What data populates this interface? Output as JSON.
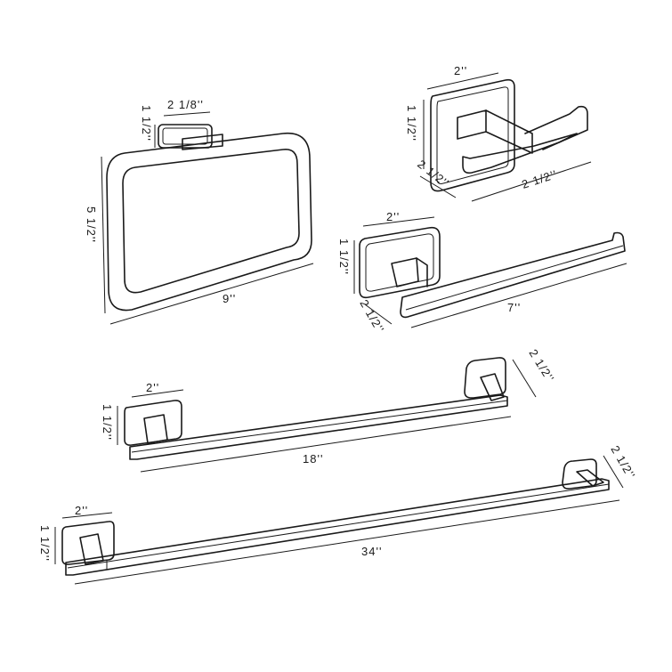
{
  "towel_ring": {
    "width_label": "2 1/8''",
    "depth_label": "1 1/2''",
    "height_label": "5 1/2''",
    "length_label": "9''"
  },
  "robe_hook": {
    "width_label": "2''",
    "depth_label": "1 1/2''",
    "height_label": "2 1/2''",
    "length_label": "2 1/2''"
  },
  "paper_holder": {
    "width_label": "2''",
    "depth_label": "1 1/2''",
    "height_label": "2 1/2''",
    "length_label": "7''"
  },
  "towel_bar_short": {
    "width_label": "2''",
    "depth_label": "1 1/2''",
    "height_label": "2 1/2''",
    "length_label": "18''"
  },
  "towel_bar_long": {
    "width_label": "2''",
    "depth_label": "1 1/2''",
    "height_label": "2 1/2''",
    "length_label": "34''"
  }
}
